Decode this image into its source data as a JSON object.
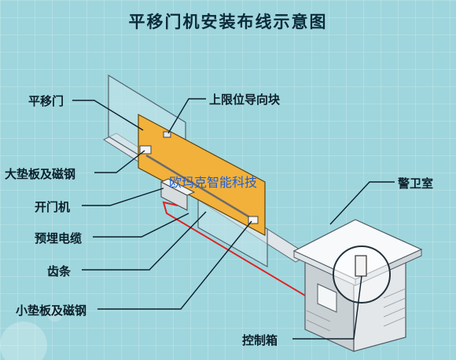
{
  "title": "平移门机安装布线示意图",
  "labels": {
    "sliding_gate": "平移门",
    "upper_limit_guide_block": "上限位导向块",
    "large_pad_and_magnet": "大垫板及磁钢",
    "gate_opener": "开门机",
    "buried_cable": "预埋电缆",
    "gear_rack": "齿条",
    "small_pad_and_magnet": "小垫板及磁钢",
    "guard_room": "警卫室",
    "control_box": "控制箱"
  },
  "watermark": "欧玛克智能科技",
  "colors": {
    "background": "#9fd6dd",
    "gate": "#f2b13a",
    "cable": "#e02020",
    "watermark": "#1f5fd6"
  }
}
